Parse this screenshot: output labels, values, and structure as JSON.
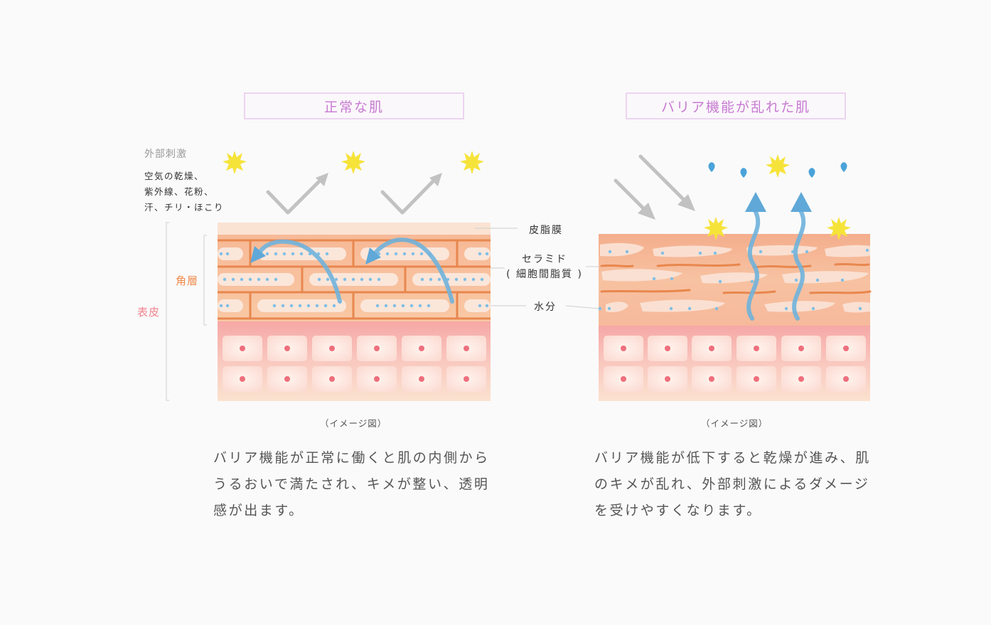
{
  "left_panel": {
    "title": "正常な肌",
    "caption": "（イメージ図）",
    "description": "バリア機能が正常に働くと肌の内側からうるおいで満たされ、キメが整い、透明感が出ます。"
  },
  "right_panel": {
    "title": "バリア機能が乱れた肌",
    "caption": "（イメージ図）",
    "description": "バリア機能が低下すると乾燥が進み、肌のキメが乱れ、外部刺激によるダメージを受けやすくなります。"
  },
  "stimulus": {
    "heading": "外部刺激",
    "lines": [
      "空気の乾燥、",
      "紫外線、花粉、",
      "汗、チリ・ほこり"
    ]
  },
  "layers": {
    "stratum_corneum": "角層",
    "epidermis": "表皮"
  },
  "callouts": {
    "sebum": "皮脂膜",
    "ceramide": "セラミド",
    "ceramide_sub": "( 細胞間脂質 )",
    "moisture": "水分"
  },
  "colors": {
    "title_border": "#ecd4ef",
    "title_text": "#c77ad1",
    "stratum_label": "#f08a4b",
    "epidermis_label": "#f0828e",
    "arrow_blue": "#6fb3dc",
    "sun_yellow": "#f6e33a",
    "gray_arrow": "#c2c2c2"
  },
  "icons": [
    "sun-icon",
    "water-drop-icon",
    "reflect-arrow-icon",
    "penetrate-arrow-icon",
    "evaporate-arrow-icon"
  ]
}
